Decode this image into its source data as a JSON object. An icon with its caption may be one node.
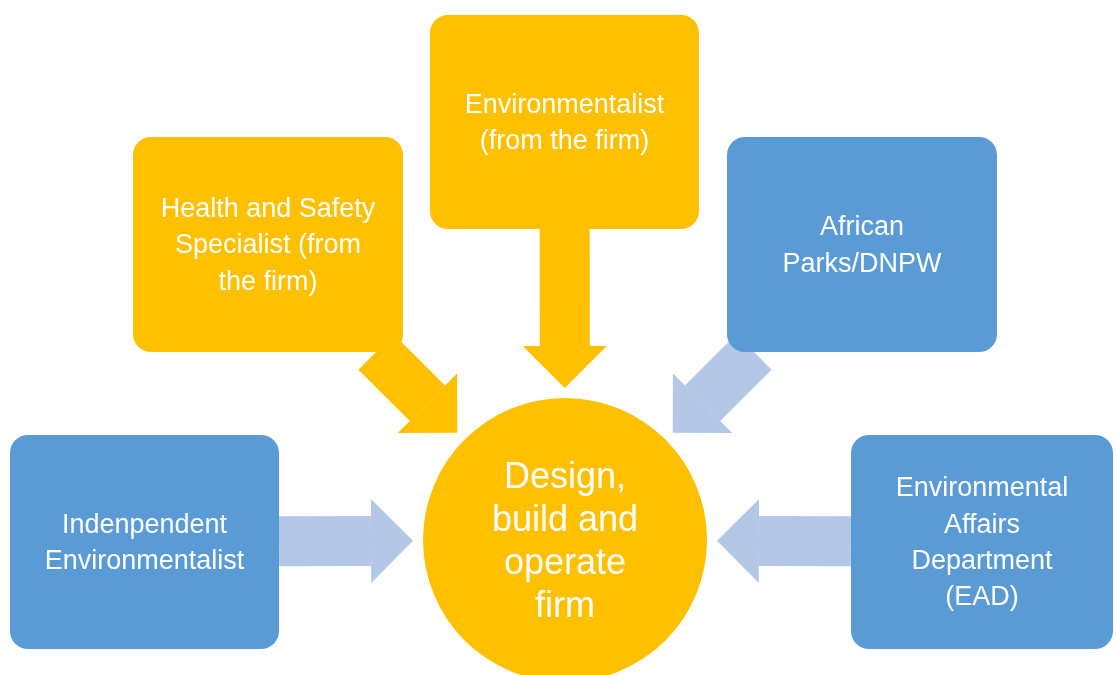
{
  "diagram": {
    "nodes": [
      {
        "text": [
          "Health and Safety Specialist (from the firm)"
        ]
      },
      {
        "text": [
          "Environmentalist (from the firm)"
        ]
      },
      {
        "text": [
          "African Parks/DNPW"
        ]
      },
      {
        "text": [
          "Indenpendent Environmentalist"
        ]
      },
      {
        "text": [
          "Design, build and operate firm"
        ]
      },
      {
        "text": [
          "Environmental Affairs Department (EAD)"
        ]
      }
    ],
    "edges": [
      {
        "from": 0,
        "to": 4,
        "arrow": "to",
        "color": "#ffc000"
      },
      {
        "from": 1,
        "to": 4,
        "arrow": "to",
        "color": "#ffc000"
      },
      {
        "from": 2,
        "to": 4,
        "arrow": "to"
      },
      {
        "from": 3,
        "to": 4,
        "arrow": "to"
      },
      {
        "from": 5,
        "to": 4,
        "arrow": "to"
      }
    ]
  }
}
